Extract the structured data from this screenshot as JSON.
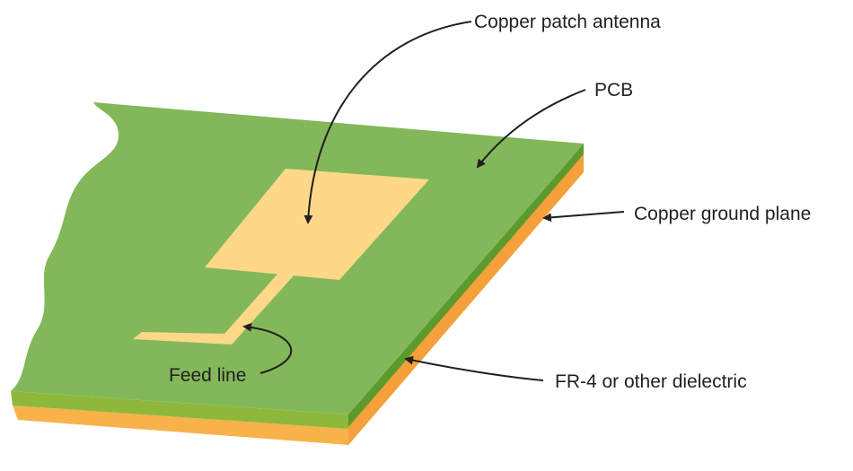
{
  "labels": {
    "patch": "Copper patch antenna",
    "pcb": "PCB",
    "ground": "Copper ground plane",
    "dielectric": "FR-4 or other dielectric",
    "feed": "Feed line"
  },
  "colors": {
    "board_top": "#82b85a",
    "board_edge": "#5c9a2e",
    "dielectric_layer": "#f5a03a",
    "ground_layer": "#e88f1c",
    "copper": "#fcd888",
    "bottom_green": "#8db83a",
    "bottom_orange": "#f9b24a",
    "arrow": "#231f20",
    "text": "#231f20"
  }
}
